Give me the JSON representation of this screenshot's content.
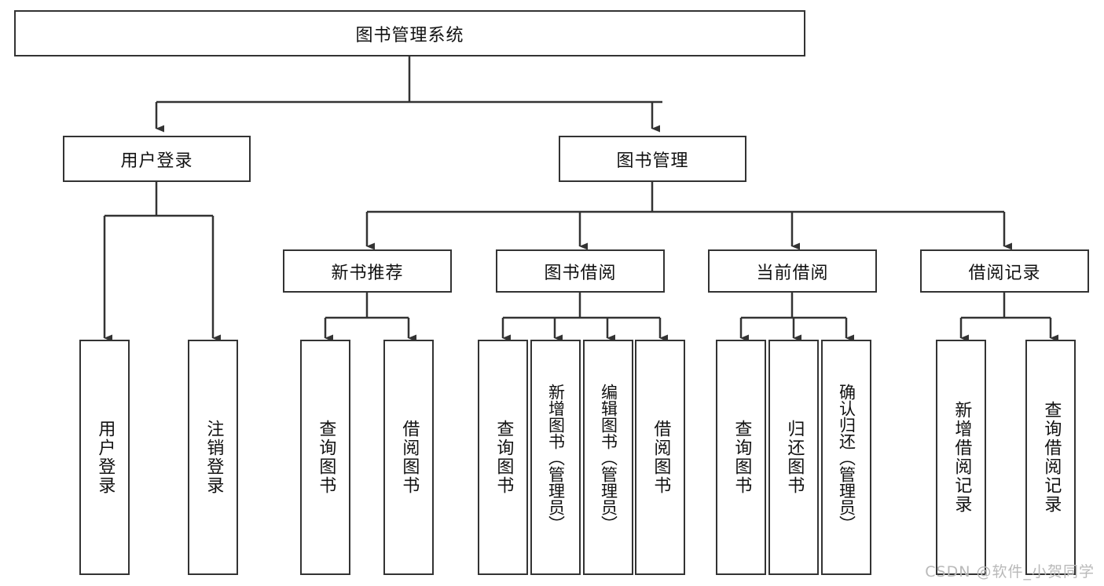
{
  "diagram": {
    "type": "tree",
    "title": "图书管理系统",
    "watermark": "CSDN @软件_小贺同学",
    "colors": {
      "stroke": "#333333",
      "fill": "#ffffff",
      "text": "#111111",
      "watermark": "#b9b9b9",
      "background": "#ffffff"
    },
    "nodes": {
      "root": {
        "label": "图书管理系统",
        "orientation": "horizontal"
      },
      "level2": [
        {
          "id": "user-login",
          "label": "用户登录",
          "orientation": "horizontal"
        },
        {
          "id": "book-manage",
          "label": "图书管理",
          "orientation": "horizontal"
        }
      ],
      "level3": [
        {
          "id": "new-book-recommend",
          "label": "新书推荐",
          "orientation": "horizontal"
        },
        {
          "id": "book-borrow",
          "label": "图书借阅",
          "orientation": "horizontal"
        },
        {
          "id": "current-borrow",
          "label": "当前借阅",
          "orientation": "horizontal"
        },
        {
          "id": "borrow-record",
          "label": "借阅记录",
          "orientation": "horizontal"
        }
      ],
      "leaves": [
        {
          "id": "leaf-user-login",
          "label": "用户登录",
          "orientation": "vertical",
          "parent": "user-login"
        },
        {
          "id": "leaf-user-logout",
          "label": "注销登录",
          "orientation": "vertical",
          "parent": "user-login"
        },
        {
          "id": "leaf-query-book-1",
          "label": "查询图书",
          "orientation": "vertical",
          "parent": "new-book-recommend"
        },
        {
          "id": "leaf-borrow-book-1",
          "label": "借阅图书",
          "orientation": "vertical",
          "parent": "new-book-recommend"
        },
        {
          "id": "leaf-query-book-2",
          "label": "查询图书",
          "orientation": "vertical",
          "parent": "book-borrow"
        },
        {
          "id": "leaf-add-book",
          "label": "新增图书（管理员）",
          "orientation": "vertical",
          "parent": "book-borrow"
        },
        {
          "id": "leaf-edit-book",
          "label": "编辑图书（管理员）",
          "orientation": "vertical",
          "parent": "book-borrow"
        },
        {
          "id": "leaf-borrow-book-2",
          "label": "借阅图书",
          "orientation": "vertical",
          "parent": "book-borrow"
        },
        {
          "id": "leaf-query-book-3",
          "label": "查询图书",
          "orientation": "vertical",
          "parent": "current-borrow"
        },
        {
          "id": "leaf-return-book",
          "label": "归还图书",
          "orientation": "vertical",
          "parent": "current-borrow"
        },
        {
          "id": "leaf-confirm-return",
          "label": "确认归还（管理员）",
          "orientation": "vertical",
          "parent": "current-borrow"
        },
        {
          "id": "leaf-add-record",
          "label": "新增借阅记录",
          "orientation": "vertical",
          "parent": "borrow-record"
        },
        {
          "id": "leaf-query-record",
          "label": "查询借阅记录",
          "orientation": "vertical",
          "parent": "borrow-record"
        }
      ]
    }
  }
}
